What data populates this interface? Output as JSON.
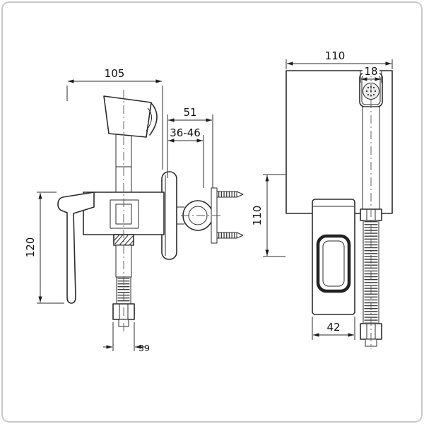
{
  "colors": {
    "background": "#ffffff",
    "border": "#c9c9c9",
    "line": "#2b2b2b",
    "text": "#111111"
  },
  "side_view": {
    "dim_top_width": "105",
    "dim_offset": "51",
    "dim_depth_range": "36-46",
    "dim_handle_height": "120",
    "dim_bottom": "39"
  },
  "front_view": {
    "dim_top_width": "110",
    "dim_wand_width": "18",
    "dim_height": "110",
    "dim_body_width": "42"
  }
}
